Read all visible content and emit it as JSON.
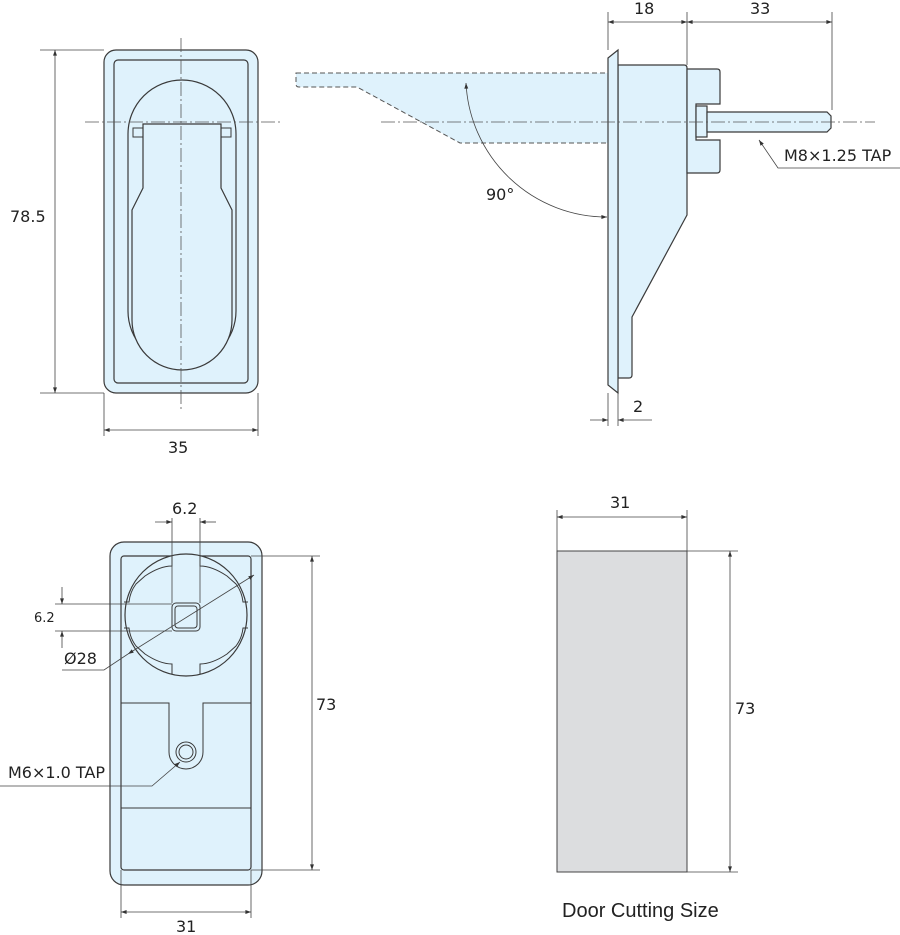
{
  "front_view": {
    "height_dim": "78.5",
    "width_dim": "35"
  },
  "side_view": {
    "depth_dim": "18",
    "stud_dim": "33",
    "angle": "90°",
    "stud_thread": "M8×1.25 TAP",
    "flange_dim": "2"
  },
  "rear_view": {
    "square_width_dim": "6.2",
    "square_height_dim": "6.2",
    "diameter_dim": "Ø28",
    "tap_thread": "M6×1.0 TAP",
    "height_dim": "73",
    "width_dim": "31"
  },
  "door_cutout": {
    "width_dim": "31",
    "height_dim": "73",
    "caption": "Door Cutting Size"
  },
  "colors": {
    "part_fill": "#dff2fc",
    "cutout_fill": "#dcdddf",
    "line": "#3a3a3a"
  }
}
